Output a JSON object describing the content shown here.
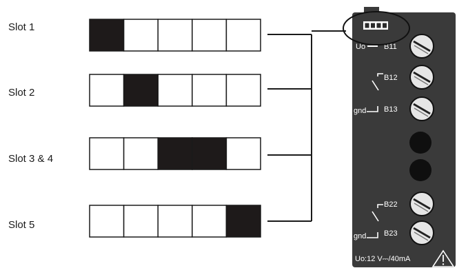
{
  "slots": [
    {
      "label": "Slot 1",
      "filled": [
        0
      ]
    },
    {
      "label": "Slot 2",
      "filled": [
        1
      ]
    },
    {
      "label": "Slot 3 & 4",
      "filled": [
        2,
        3
      ]
    },
    {
      "label": "Slot 5",
      "filled": [
        4
      ]
    }
  ],
  "module": {
    "terminals": [
      "B11",
      "B12",
      "B13",
      "B22",
      "B23"
    ],
    "uo_label": "Uo",
    "gnd_label": "gnd",
    "rating": "Uo:12 V⎓/40mA",
    "led_count": 4
  },
  "colors": {
    "module": "#3a3a3a",
    "fill": "#1e1a1a",
    "line": "#1a1a1a"
  }
}
